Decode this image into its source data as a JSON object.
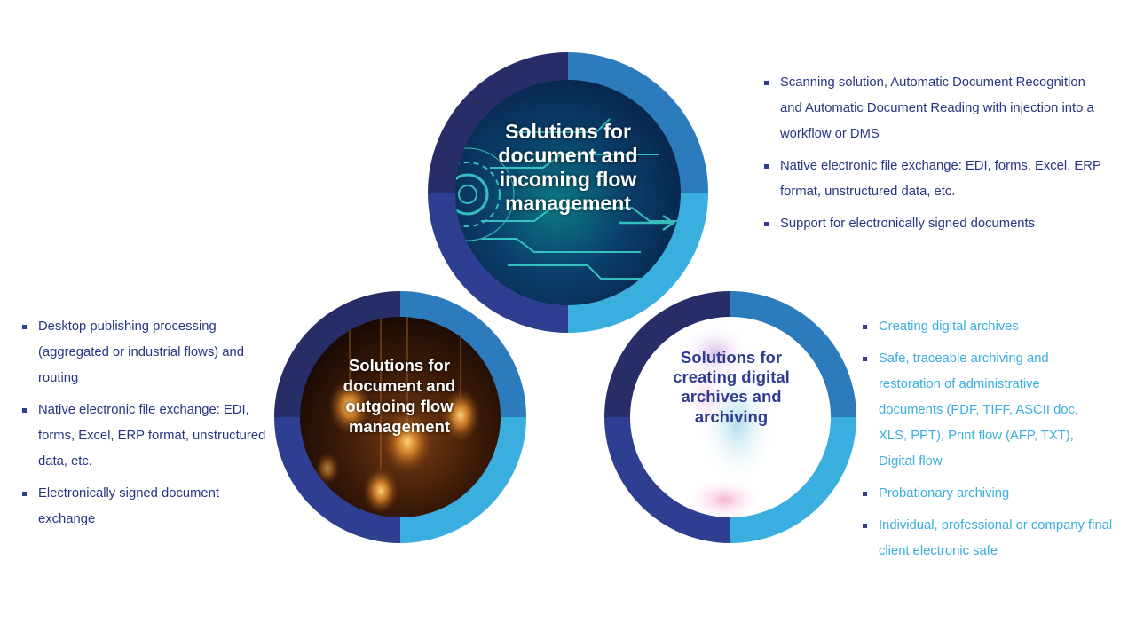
{
  "circles": [
    {
      "title": "Solutions for document and incoming flow management",
      "bullets": [
        "Scanning solution, Automatic Document Recognition and Automatic Document Reading with injection into a workflow or DMS",
        "Native electronic file exchange: EDI, forms, Excel, ERP format, unstructured data, etc.",
        "Support for electronically signed documents"
      ]
    },
    {
      "title": "Solutions for document and outgoing flow management",
      "bullets": [
        "Desktop publishing processing (aggregated or industrial flows) and routing",
        "Native electronic file exchange: EDI, forms, Excel, ERP format, unstructured data, etc.",
        "Electronically signed document exchange"
      ]
    },
    {
      "title": "Solutions for creating digital archives and archiving",
      "bullets": [
        "Creating digital archives",
        "Safe, traceable archiving and restoration of administrative documents (PDF, TIFF, ASCII doc, XLS, PPT), Print flow (AFP, TXT), Digital flow",
        "Probationary archiving",
        "Individual, professional or company final client electronic safe"
      ]
    }
  ],
  "colors": {
    "quadrant_top_left": "#272d66",
    "quadrant_top_right": "#2b7bbd",
    "quadrant_bottom_left": "#2e3e91",
    "quadrant_bottom_right": "#3aaede",
    "dark_text": "#283583",
    "light_text": "#3aaede"
  }
}
